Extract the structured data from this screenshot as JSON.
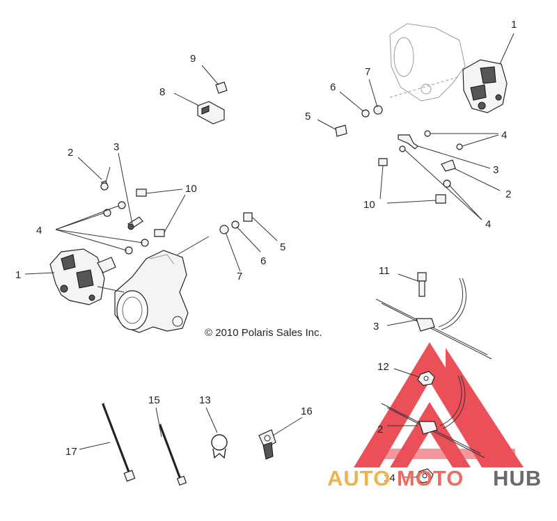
{
  "copyright": "© 2010 Polaris Sales Inc.",
  "watermark": {
    "part1": "AUTO",
    "part2": "MOTO",
    "part3": "HUB",
    "colors": {
      "auto": "#f2b24b",
      "moto": "#ef6b5b",
      "hub": "#6a6a6a",
      "logo": "#e8323c"
    }
  },
  "callouts": {
    "l1": "1",
    "r1": "1",
    "l2": "2",
    "r2": "2",
    "b2": "2",
    "l3": "3",
    "r3": "3",
    "b3": "3",
    "l4": "4",
    "r4a": "4",
    "r4b": "4",
    "l5": "5",
    "r5": "5",
    "l6": "6",
    "r6": "6",
    "l7": "7",
    "r7": "7",
    "c8": "8",
    "c9": "9",
    "l10": "10",
    "r10": "10",
    "c11": "11",
    "c12": "12",
    "c13": "13",
    "c14": "14",
    "c15": "15",
    "c16": "16",
    "c17": "17"
  }
}
